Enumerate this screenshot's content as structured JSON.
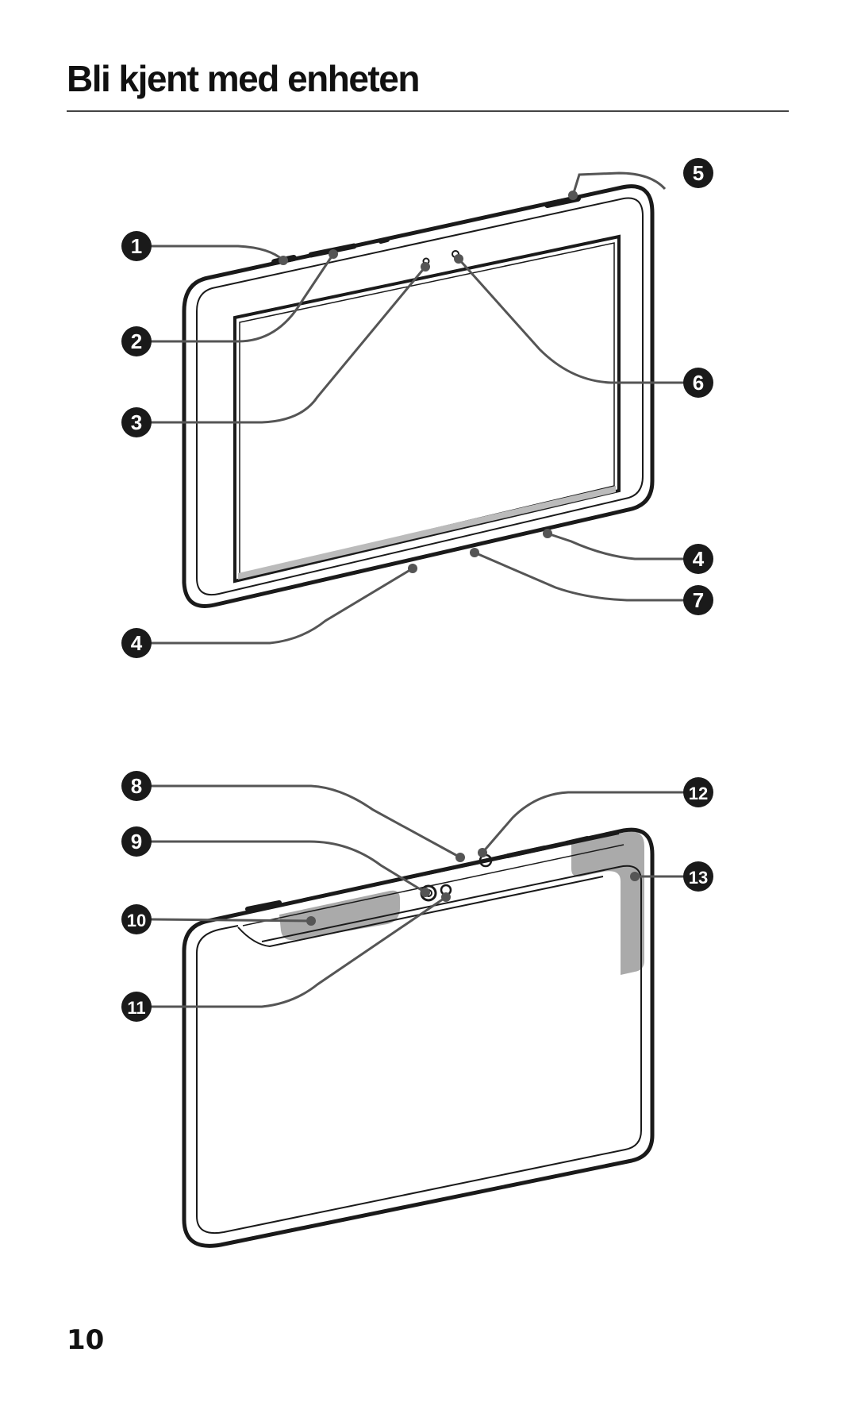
{
  "heading": {
    "title": "Bli kjent med enheten"
  },
  "page": {
    "number": "10"
  },
  "callouts": [
    "1",
    "2",
    "3",
    "4",
    "5",
    "6",
    "4",
    "7",
    "8",
    "9",
    "10",
    "11",
    "12",
    "13"
  ],
  "colors": {
    "ink": "#1a1a1a",
    "highlight": "#aaaaaa",
    "rule": "#444444"
  }
}
